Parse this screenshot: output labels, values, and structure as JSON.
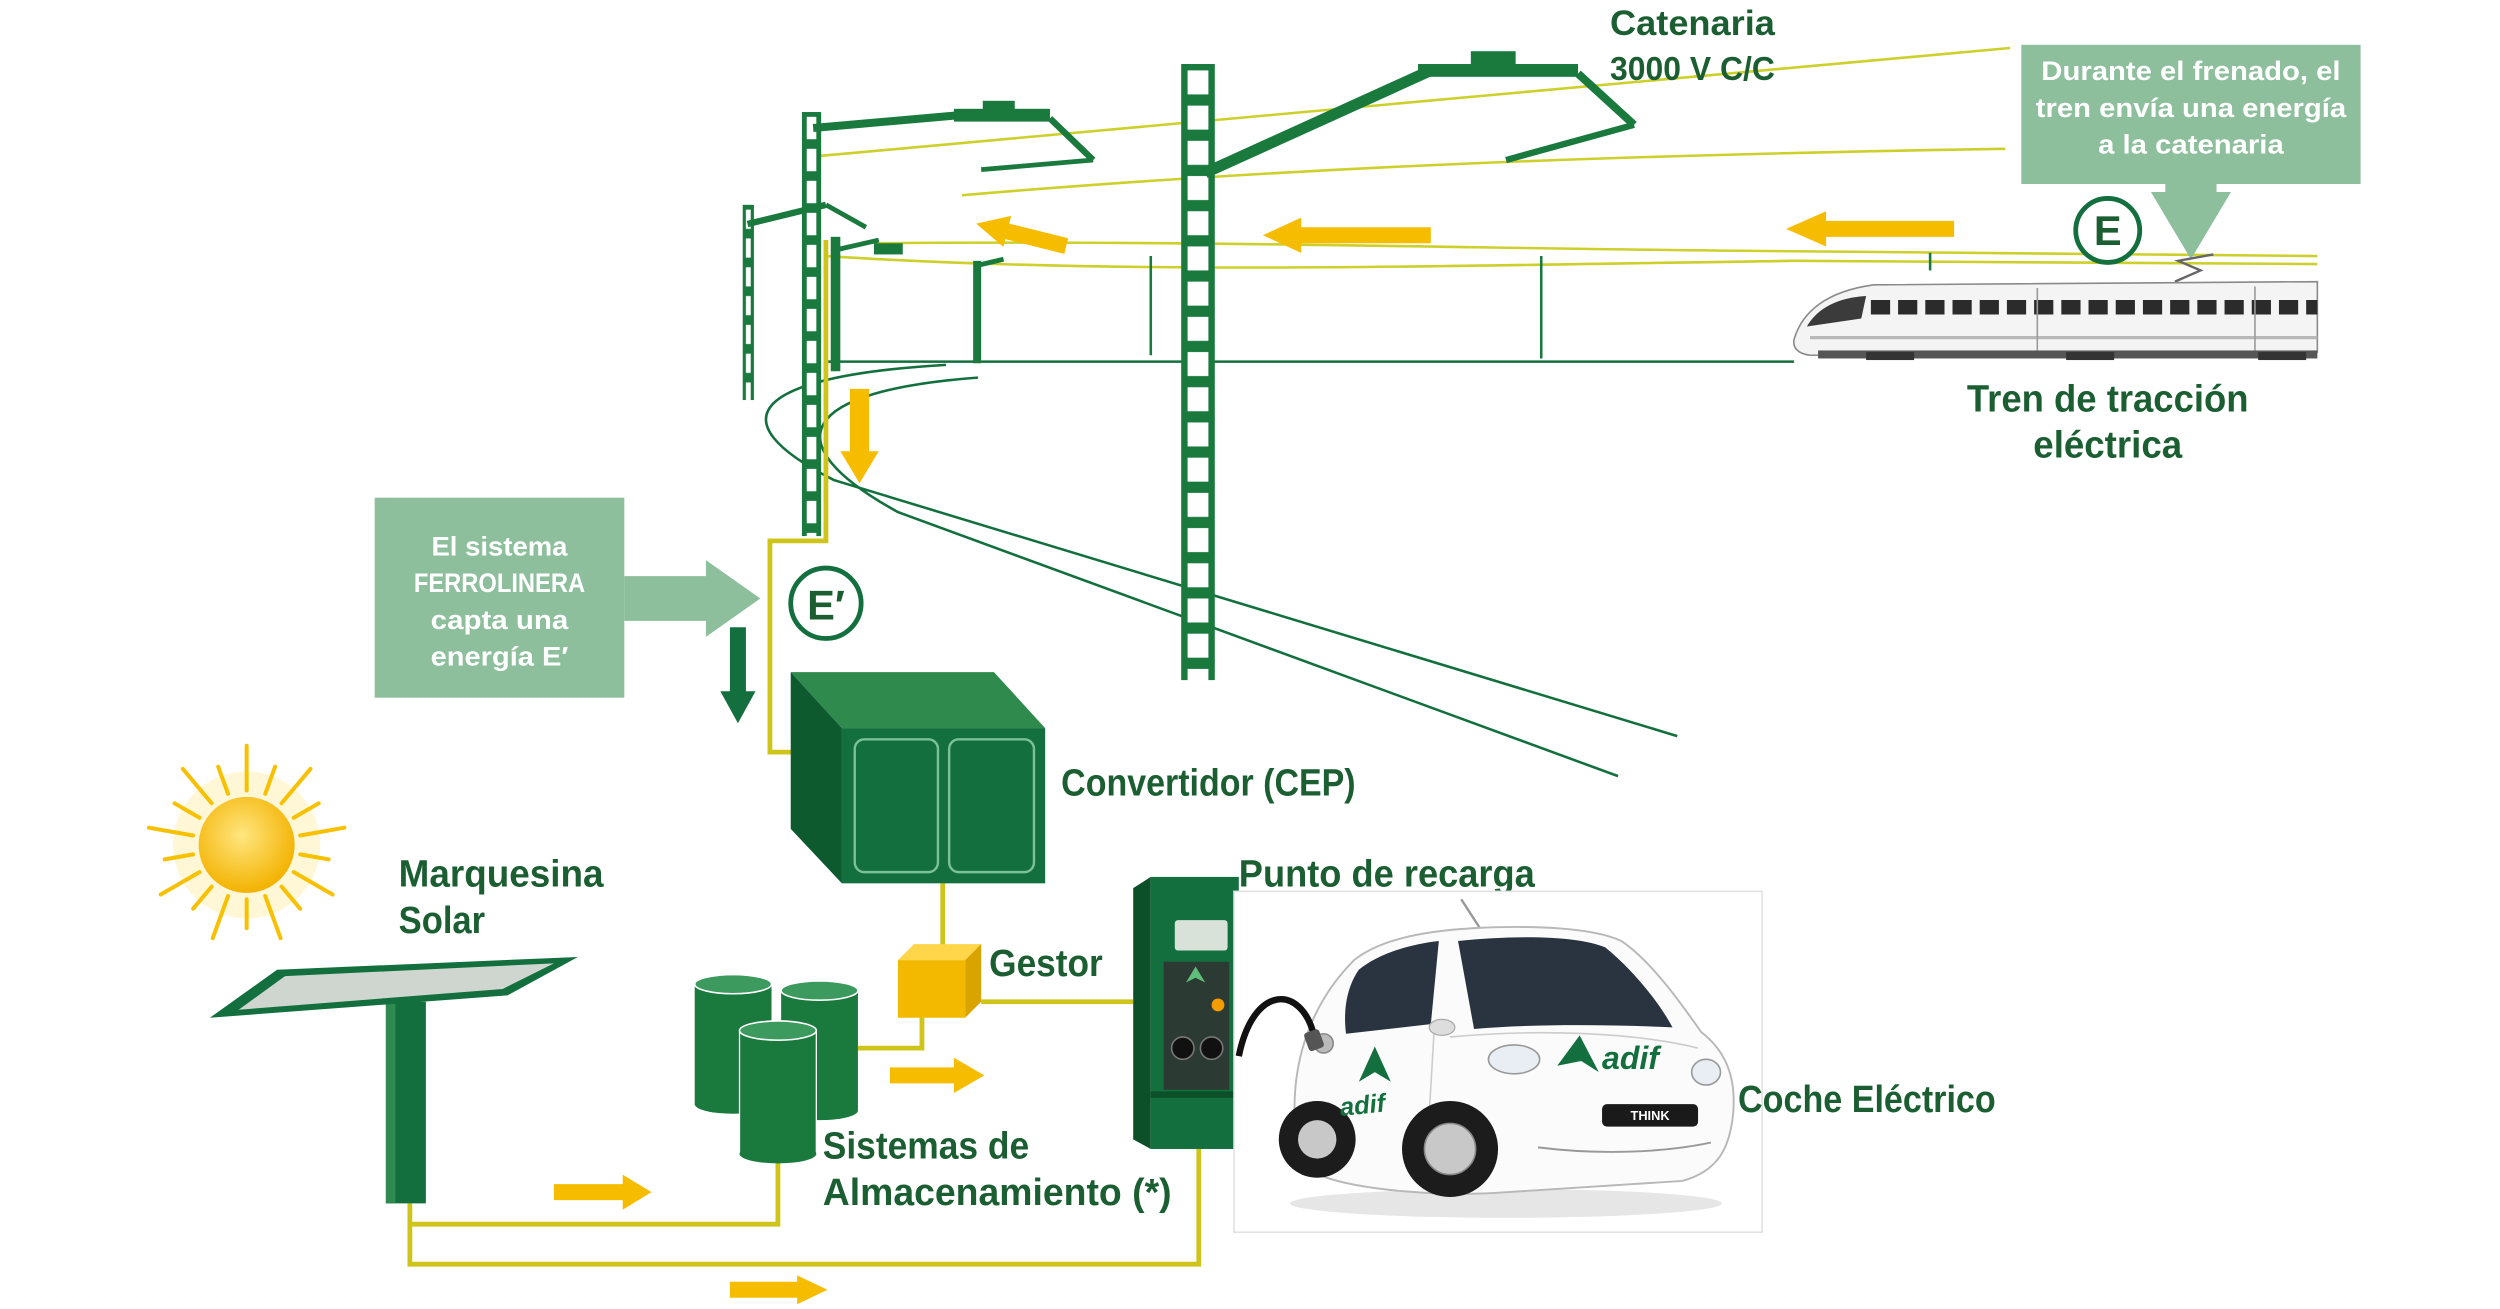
{
  "colors": {
    "dark_green": "#13703e",
    "mast_green": "#1a7a3e",
    "text_green": "#1b5e31",
    "box_green": "#8dbf9c",
    "arrow_yellow": "#f6bd00",
    "wire_yellow": "#cdd02a",
    "line_yellow": "#cfc41a"
  },
  "catenary": {
    "title": "Catenaria",
    "voltage": "3000 V C/C"
  },
  "braking_note": {
    "lines": [
      "Durante el frenado, el",
      "tren envía una energía",
      "a la catenaria"
    ]
  },
  "energy_symbol_train": "E",
  "train_label": {
    "lines": [
      "Tren de tracción",
      "eléctrica"
    ]
  },
  "ferrolinera_note": {
    "lines": [
      "El sistema",
      "FERROLINERA",
      "capta una"
    ],
    "last_prefix": "energía ",
    "last_bold": "E′"
  },
  "energy_symbol_captured": "E′",
  "converter_label": "Convertidor (CEP)",
  "solar_label": {
    "lines": [
      "Marquesina",
      "Solar"
    ]
  },
  "manager_label": "Gestor",
  "charging_point_label": "Punto de recarga",
  "storage_label": {
    "lines": [
      "Sistemas de",
      "Almacenamiento (*)"
    ]
  },
  "car_label": "Coche Eléctrico",
  "car_logos": {
    "brand": "adif",
    "model": "THINK"
  }
}
